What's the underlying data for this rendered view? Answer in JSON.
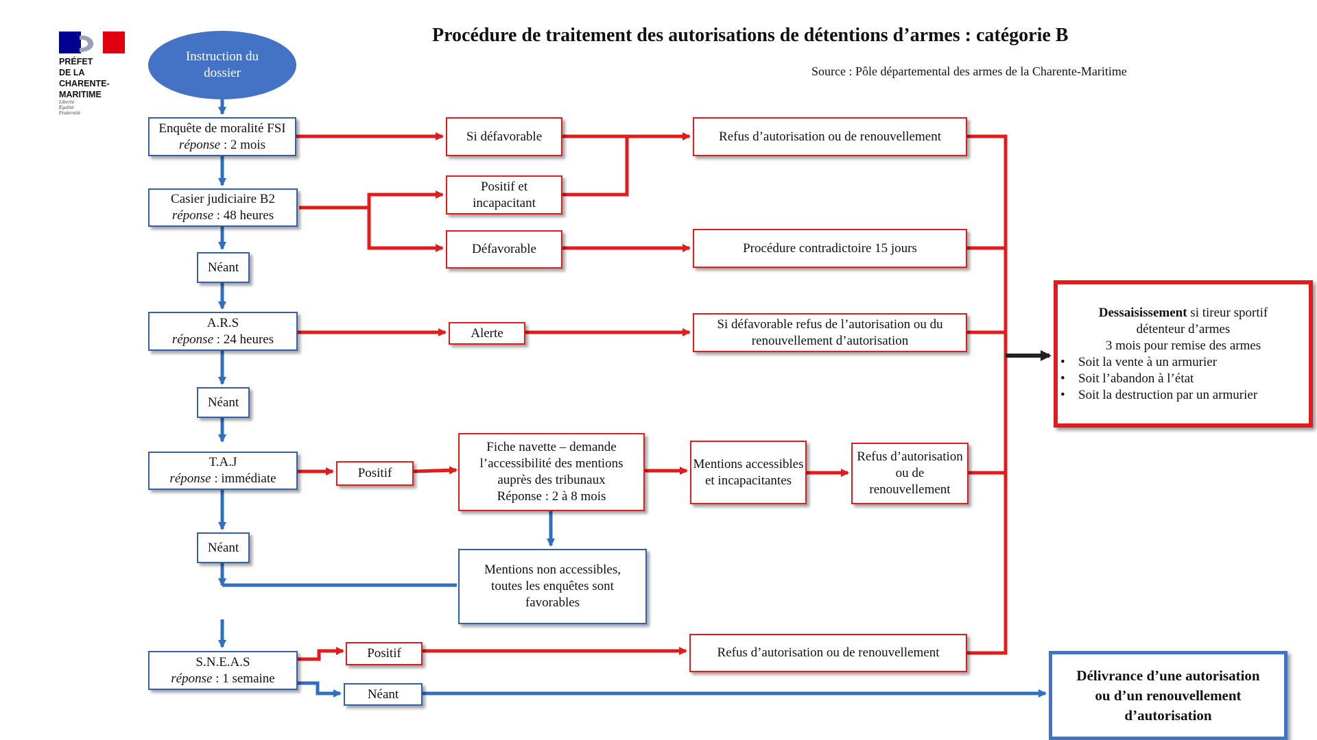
{
  "header": {
    "title": "Procédure de traitement des autorisations de détentions d’armes : catégorie B",
    "source": "Source : Pôle départemental des armes de la Charente-Maritime"
  },
  "logo": {
    "line1": "PRÉFET",
    "line2": "DE LA",
    "line3": "CHARENTE-",
    "line4": "MARITIME",
    "motto1": "Liberté",
    "motto2": "Égalité",
    "motto3": "Fraternité"
  },
  "colors": {
    "blue": "#2f5fae",
    "red": "#e31b1b",
    "ellipse": "#4472c4"
  },
  "start": {
    "line1": "Instruction du",
    "line2": "dossier"
  },
  "checks": {
    "fsi": {
      "label": "Enquête de moralité FSI",
      "rep_prefix": "réponse",
      "rep_value": " : 2 mois"
    },
    "b2": {
      "label": "Casier judiciaire B2",
      "rep_prefix": "réponse",
      "rep_value": " : 48 heures"
    },
    "ars": {
      "label": "A.R.S",
      "rep_prefix": "réponse",
      "rep_value": " : 24 heures"
    },
    "taj": {
      "label": "T.A.J",
      "rep_prefix": "réponse",
      "rep_value": " : immédiate"
    },
    "sneas": {
      "label": "S.N.E.A.S",
      "rep_prefix": "réponse",
      "rep_value": " : 1 semaine"
    }
  },
  "neant": "Néant",
  "neant_sneas": "Néant",
  "outcomes": {
    "si_defavorable": "Si défavorable",
    "positif_incap_1": "Positif et",
    "positif_incap_2": "incapacitant",
    "defavorable": "Défavorable",
    "alerte": "Alerte",
    "positif_taj": "Positif",
    "positif_sneas": "Positif"
  },
  "results": {
    "refus_fsi": "Refus d’autorisation ou de renouvellement",
    "contradictoire": "Procédure contradictoire 15 jours",
    "ars_refus_1": "Si défavorable refus de l’autorisation ou du",
    "ars_refus_2": "renouvellement d’autorisation",
    "fiche_1": "Fiche navette – demande",
    "fiche_2": "l’accessibilité des mentions",
    "fiche_3": "auprès des tribunaux",
    "fiche_4": "Réponse : 2 à 8 mois",
    "mentions_acc_1": "Mentions accessibles",
    "mentions_acc_2": "et incapacitantes",
    "refus_taj_1": "Refus d’autorisation",
    "refus_taj_2": "ou de",
    "refus_taj_3": "renouvellement",
    "mentions_non_1": "Mentions non accessibles,",
    "mentions_non_2": "toutes les enquêtes sont",
    "mentions_non_3": "favorables",
    "refus_sneas": "Refus d’autorisation ou de renouvellement"
  },
  "dessaisissement": {
    "bold": "Dessaisissement",
    "rest": " si tireur sportif",
    "line2": "détenteur d’armes",
    "line3": "3 mois pour remise des armes",
    "bullets": [
      "Soit la vente à un armurier",
      "Soit l’abandon à l’état",
      "Soit la destruction par un armurier"
    ]
  },
  "delivrance": {
    "line1": "Délivrance d’une autorisation",
    "line2": "ou d’un renouvellement",
    "line3": "d’autorisation"
  }
}
